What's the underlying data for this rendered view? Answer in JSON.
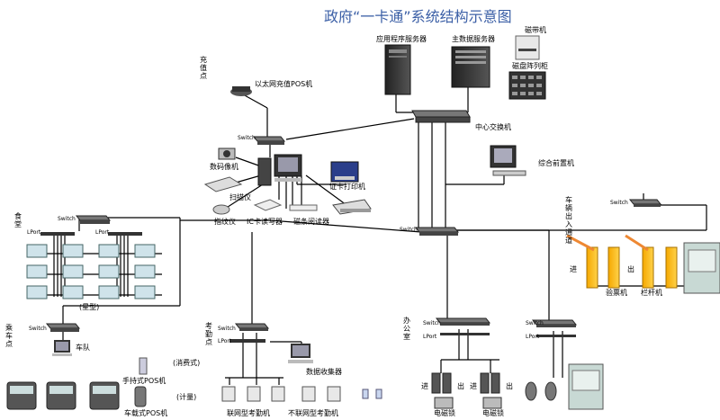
{
  "title": "政府“一卡通”系统结构示意图",
  "labels": {
    "app_server": "应用程序服务器",
    "db_server": "主数据服务器",
    "tape": "磁带机",
    "disk_array": "磁盘阵列柜",
    "recharge_point": "充值点",
    "ethernet_pos": "以太网充值POS机",
    "core_switch": "中心交换机",
    "front_end": "综合前置机",
    "digital_camera": "数码像机",
    "scanner": "扫描仪",
    "fingerprint": "指纹仪",
    "ic_reader": "IC卡读写器",
    "card_printer": "证卡打印机",
    "barcode_reader": "磁条阅读器",
    "canteen": "食堂",
    "star_type": "(星型)",
    "vehicle_io": "车辆出入通道",
    "entry": "进",
    "exit": "出",
    "checker": "验票机",
    "barrier": "栏杆机",
    "bus_point": "乘车点",
    "fleet": "车队",
    "handheld_pos": "手持式POS机",
    "vehicle_pos": "车载式POS机",
    "deduct_mode": "(消费式)",
    "count_mode": "(计量)",
    "attendance_point": "考勤点",
    "data_collector": "数据收集器",
    "net_attendance": "联网型考勤机",
    "offline_attendance": "不联网型考勤机",
    "office": "办公室",
    "door_lock": "电磁锁",
    "switch": "Switch",
    "lport": "LPort"
  }
}
